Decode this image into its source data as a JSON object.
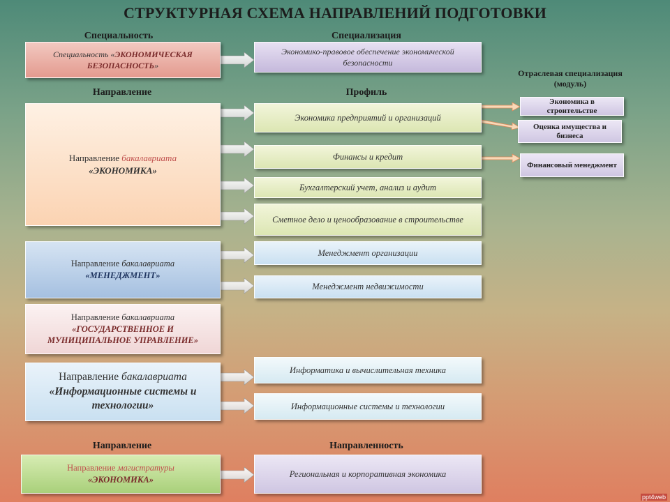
{
  "title": "СТРУКТУРНАЯ СХЕМА НАПРАВЛЕНИЙ ПОДГОТОВКИ",
  "headers": {
    "specialty": "Специальность",
    "specialization": "Специализация",
    "direction": "Направление",
    "profile": "Профиль",
    "industry_spec": "Отраслевая специализация",
    "module": "(модуль)",
    "direction_bottom": "Направление",
    "orientation": "Направленность"
  },
  "specialty_box": {
    "prefix": "Специальность «",
    "name": "ЭКОНОМИЧЕСКАЯ БЕЗОПАСНОСТЬ",
    "suffix": "»"
  },
  "specialization_box": "Экономико-правовое обеспечение экономической безопасности",
  "directions": [
    {
      "prefix": "Направление ",
      "level": "бакалавриата",
      "name": "«ЭКОНОМИКА»"
    },
    {
      "prefix": "Направление ",
      "level": "бакалавриата",
      "name": "«МЕНЕДЖМЕНТ»"
    },
    {
      "prefix": "Направление ",
      "level": "бакалавриата",
      "name": "«ГОСУДАРСТВЕННОЕ И МУНИЦИПАЛЬНОЕ УПРАВЛЕНИЕ»"
    },
    {
      "prefix": "Направление ",
      "level": "бакалавриата",
      "name": "«Информационные системы и технологии»"
    },
    {
      "prefix": "Направление ",
      "level": "магистратуры",
      "name": "«ЭКОНОМИКА»"
    }
  ],
  "profiles": [
    "Экономика предприятий и организаций",
    "Финансы и кредит",
    "Бухгалтерский учет, анализ и аудит",
    "Сметное дело и ценообразование в строительстве",
    "Менеджмент организации",
    "Менеджмент недвижимости",
    "Информатика и вычислительная техника",
    "Информационные системы и технологии",
    "Региональная и корпоративная экономика"
  ],
  "modules": [
    "Экономика в строительстве",
    "Оценка имущества и бизнеса",
    "Финансовый менеджмент"
  ],
  "watermark": "ppt4web"
}
